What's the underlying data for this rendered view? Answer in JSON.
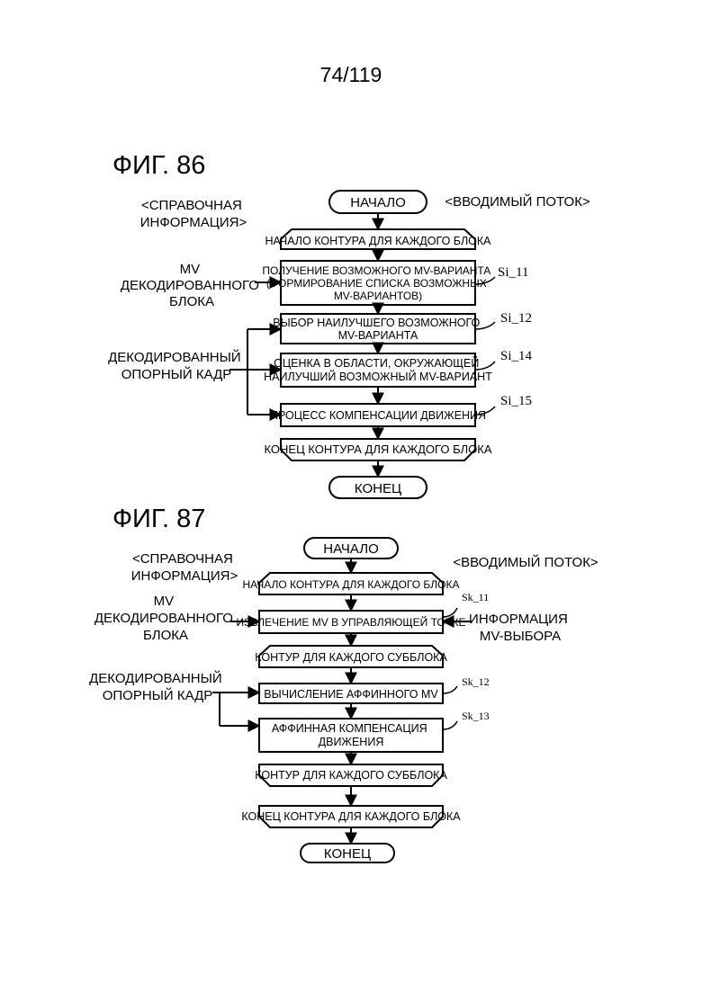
{
  "page_number": "74/119",
  "fig86": {
    "title": "ФИГ. 86",
    "side_ref": [
      "<СПРАВОЧНАЯ",
      "ИНФОРМАЦИЯ>"
    ],
    "side_stream": "<ВВОДИМЫЙ ПОТОК>",
    "start": "НАЧАЛО",
    "loop_start": "НАЧАЛО КОНТУРА ДЛЯ КАЖДОГО БЛОКА",
    "step_11": [
      "ПОЛУЧЕНИЕ ВОЗМОЖНОГО MV-ВАРИАНТА",
      "(ФОРМИРОВАНИЕ СПИСКА ВОЗМОЖНЫХ",
      "MV-ВАРИАНТОВ)"
    ],
    "step_12": [
      "ВЫБОР НАИЛУЧШЕГО ВОЗМОЖНОГО",
      "MV-ВАРИАНТА"
    ],
    "step_14": [
      "ОЦЕНКА В ОБЛАСТИ, ОКРУЖАЮЩЕЙ",
      "НАИЛУЧШИЙ ВОЗМОЖНЫЙ MV-ВАРИАНТ"
    ],
    "step_15": "ПРОЦЕСС КОМПЕНСАЦИИ ДВИЖЕНИЯ",
    "loop_end": "КОНЕЦ  КОНТУРА ДЛЯ КАЖДОГО БЛОКА",
    "end": "КОНЕЦ",
    "input_mv": [
      "MV",
      "ДЕКОДИРОВАННОГО",
      "БЛОКА"
    ],
    "input_ref_frame": [
      "ДЕКОДИРОВАННЫЙ",
      "ОПОРНЫЙ КАДР"
    ],
    "ref_11": "Si_11",
    "ref_12": "Si_12",
    "ref_14": "Si_14",
    "ref_15": "Si_15"
  },
  "fig87": {
    "title": "ФИГ. 87",
    "side_ref": [
      "<СПРАВОЧНАЯ",
      "ИНФОРМАЦИЯ>"
    ],
    "side_stream": "<ВВОДИМЫЙ ПОТОК>",
    "start": "НАЧАЛО",
    "loop_start": "НАЧАЛО КОНТУРА ДЛЯ КАЖДОГО БЛОКА",
    "step_11": "ИЗВЛЕЧЕНИЕ MV В УПРАВЛЯЮЩЕЙ ТОЧКЕ",
    "sub_loop_start": "КОНТУР ДЛЯ КАЖДОГО СУББЛОКА",
    "step_12": "ВЫЧИСЛЕНИЕ АФФИННОГО MV",
    "step_13": [
      "АФФИННАЯ КОМПЕНСАЦИЯ",
      "ДВИЖЕНИЯ"
    ],
    "sub_loop_end": "КОНТУР ДЛЯ КАЖДОГО СУББЛОКА",
    "loop_end": "КОНЕЦ  КОНТУРА ДЛЯ КАЖДОГО БЛОКА",
    "end": "КОНЕЦ",
    "input_mv": [
      "MV",
      "ДЕКОДИРОВАННОГО",
      "БЛОКА"
    ],
    "input_ref_frame": [
      "ДЕКОДИРОВАННЫЙ",
      "ОПОРНЫЙ КАДР"
    ],
    "input_selection": [
      "ИНФОРМАЦИЯ",
      "MV-ВЫБОРА"
    ],
    "ref_11": "Sk_11",
    "ref_12": "Sk_12",
    "ref_13": "Sk_13"
  }
}
